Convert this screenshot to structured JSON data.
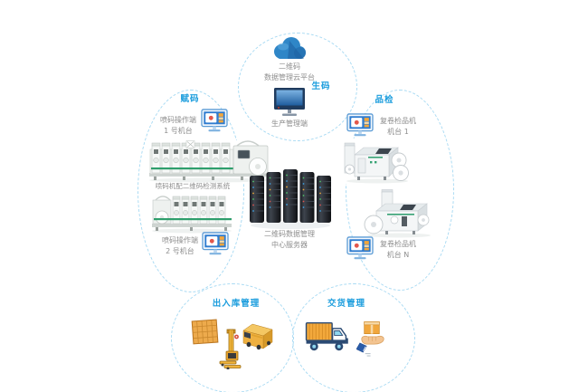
{
  "diagram": {
    "cloud": {
      "line1": "二维码",
      "line2": "数据管理云平台"
    },
    "generation": {
      "label": "生码",
      "terminal": "生产管理端"
    },
    "marking": {
      "label": "赋码",
      "station1": {
        "line1": "喷码操作端",
        "line2": "1 号机台"
      },
      "machine_caption": "喷码机配二维码检测系统",
      "station2": {
        "line1": "喷码操作端",
        "line2": "2 号机台"
      }
    },
    "inspection": {
      "label": "品检",
      "station1": {
        "line1": "复卷检品机",
        "line2": "机台 1"
      },
      "station_n": {
        "line1": "复卷检品机",
        "line2": "机台 N"
      }
    },
    "server": {
      "line1": "二维码数据管理",
      "line2": "中心服务器"
    },
    "warehouse": {
      "label": "出入库管理"
    },
    "delivery": {
      "label": "交货管理"
    }
  },
  "icons": {
    "cloud": "cloud-icon",
    "production_terminal": "desktop-monitor-icon",
    "operator_terminal": "qr-terminal-monitor-icon",
    "server": "server-rack-cluster-icon",
    "printing_press": "label-printing-press-image",
    "inspection_machine": "rewind-inspection-machine-image",
    "pallet": "pallet-icon",
    "forklift": "forklift-icon",
    "van": "delivery-van-icon",
    "truck": "cargo-truck-icon",
    "hand_box": "hand-delivery-icon"
  },
  "colors": {
    "region_label_blue": "#1b9ddd",
    "caption_gray": "#8e8e8e",
    "circle_border_blue": "#a8daf3",
    "cloud_blue": "#2f86c7",
    "monitor_screen_blue": "#2f7cd0",
    "accent_orange": "#f2a73e",
    "truck_navy": "#2b4a73",
    "machine_green": "#36a274"
  }
}
